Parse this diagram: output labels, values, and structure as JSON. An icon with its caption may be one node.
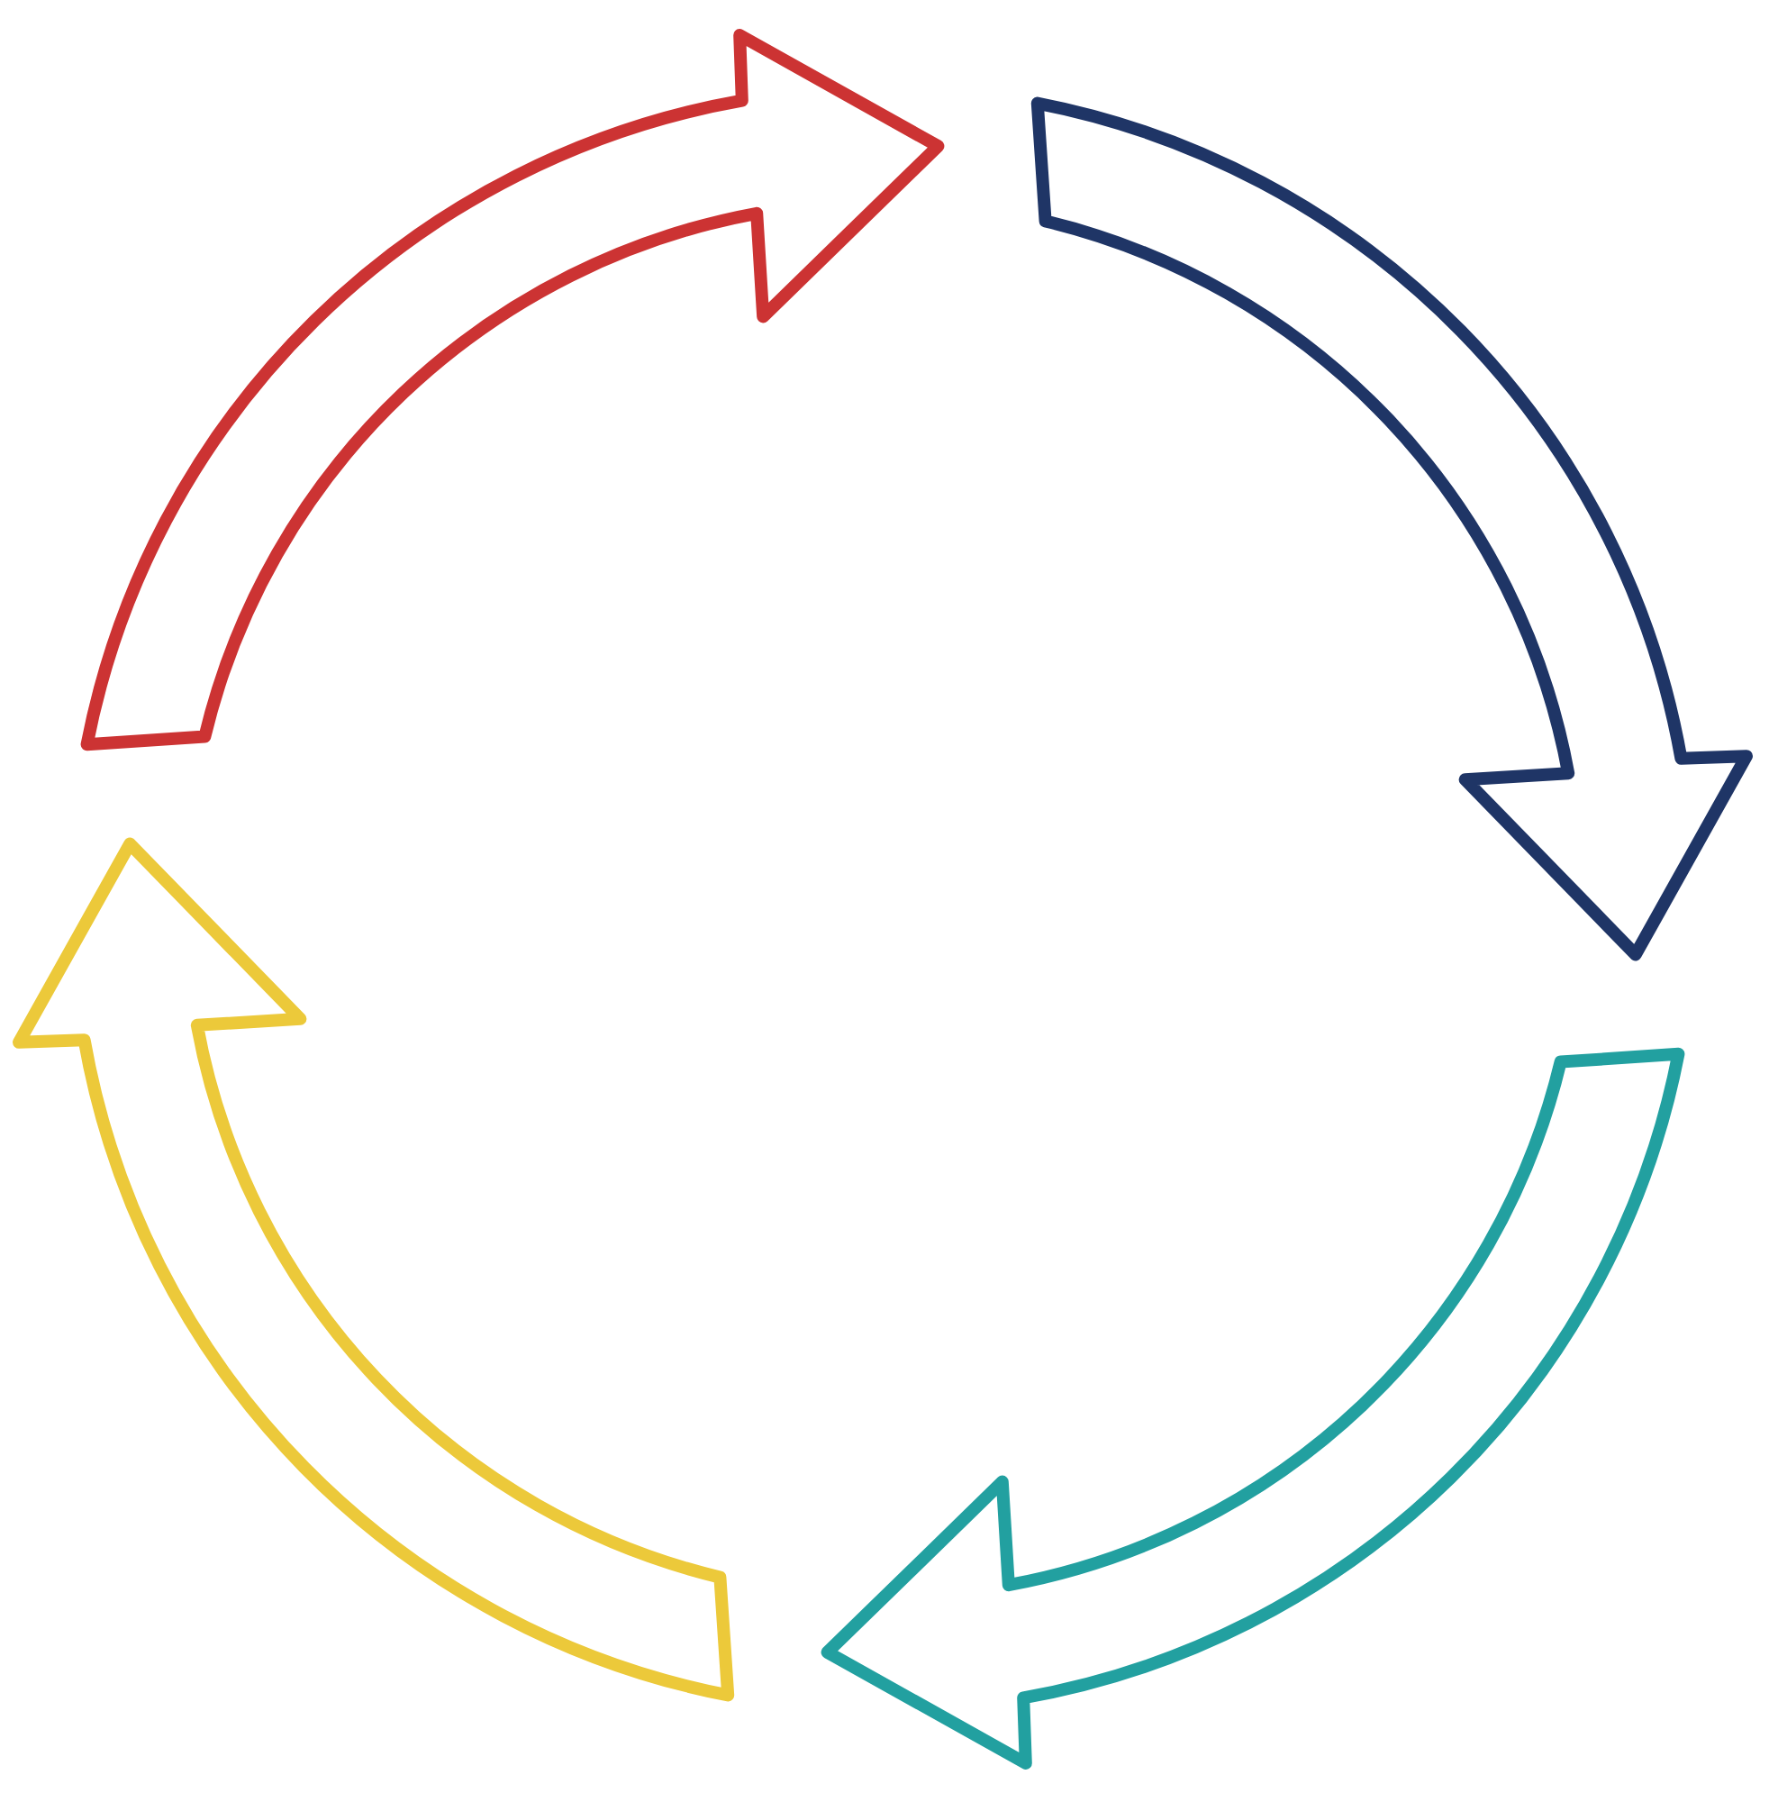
{
  "diagram": {
    "nodes": [
      {
        "text": [],
        "shape": "arrow"
      },
      {
        "text": [],
        "shape": "arrow"
      },
      {
        "text": [],
        "shape": "arrow"
      },
      {
        "text": [],
        "shape": "arrow"
      }
    ]
  }
}
